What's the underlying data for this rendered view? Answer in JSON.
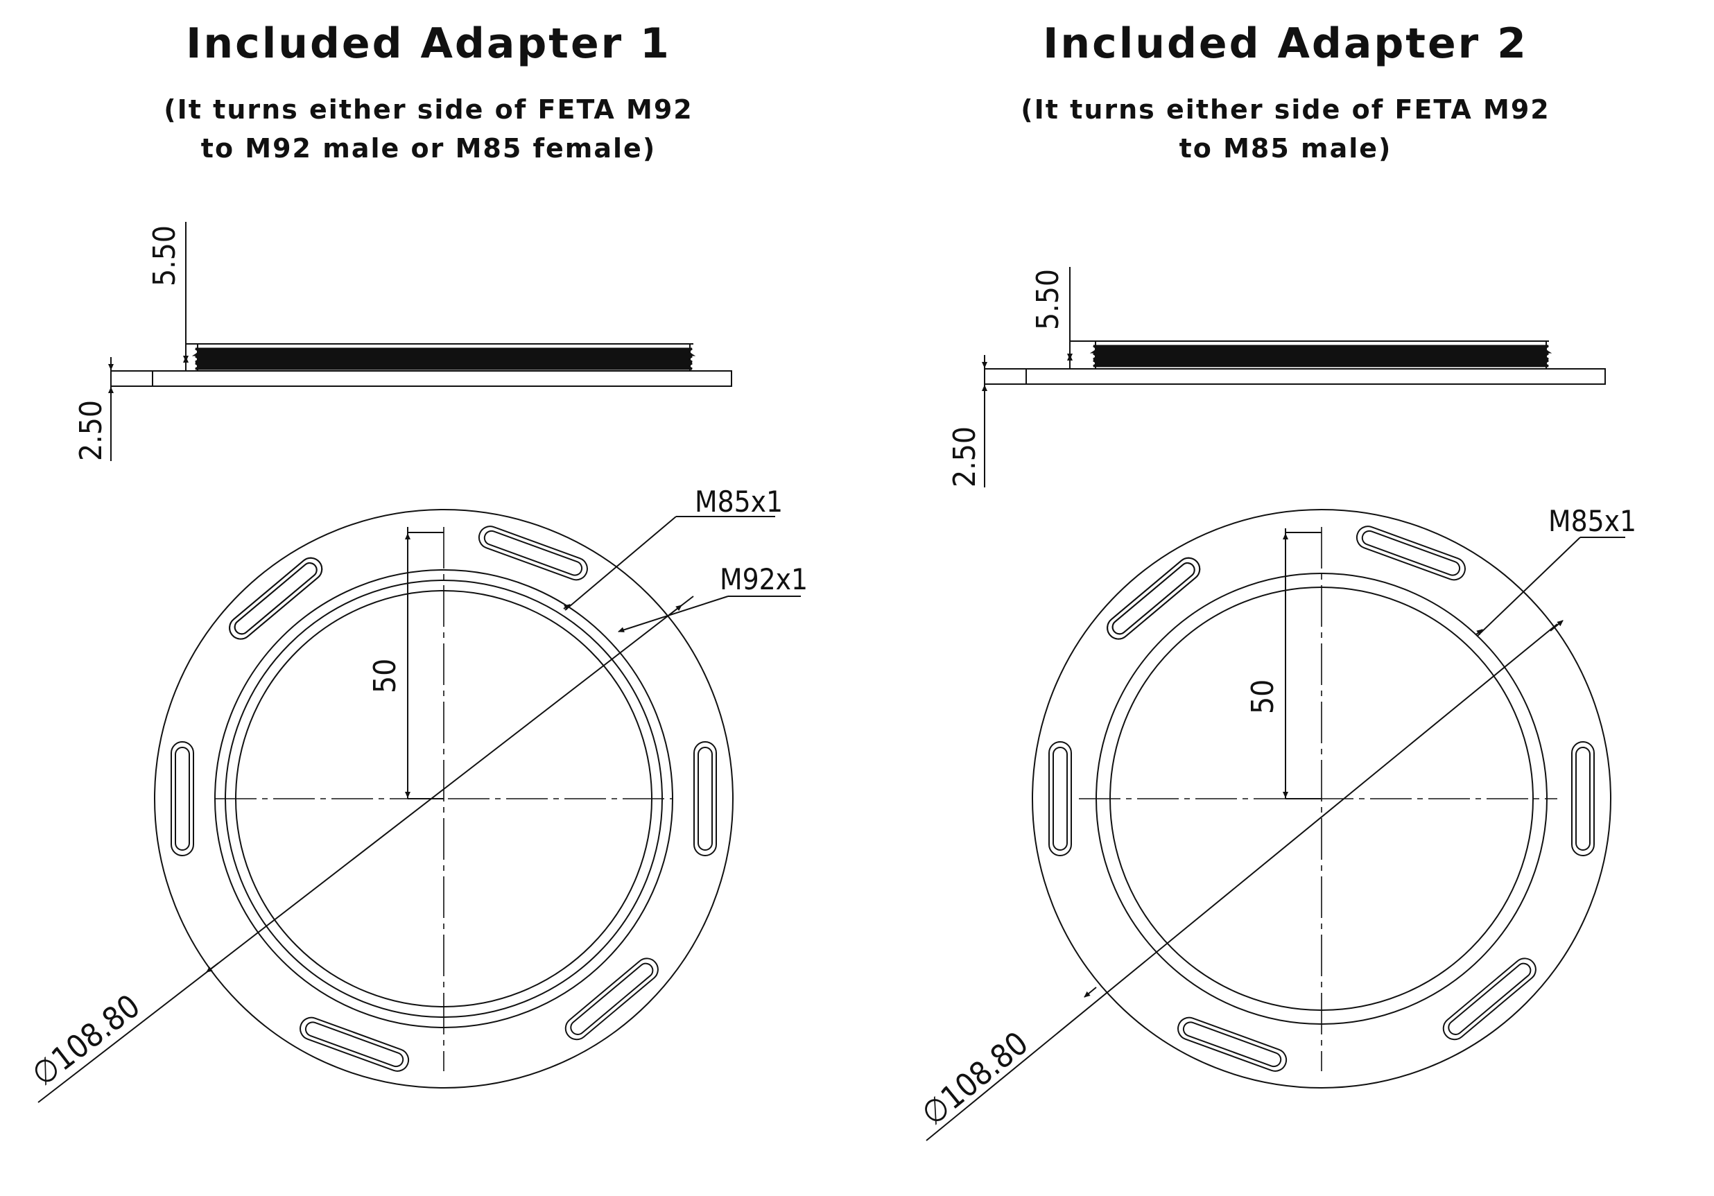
{
  "adapters": [
    {
      "title": "Included Adapter 1",
      "subtitle_line1": "(It turns either side of FETA M92",
      "subtitle_line2": "to M92 male or M85 female)",
      "dim_thread_height": "5.50",
      "dim_flange_thickness": "2.50",
      "dim_radius": "50",
      "dim_diameter": "∅108.80",
      "thread_labels": [
        "M85x1",
        "M92x1"
      ]
    },
    {
      "title": "Included Adapter 2",
      "subtitle_line1": "(It turns either side of FETA M92",
      "subtitle_line2": "to M85 male)",
      "dim_thread_height": "5.50",
      "dim_flange_thickness": "2.50",
      "dim_radius": "50",
      "dim_diameter": "∅108.80",
      "thread_labels": [
        "M85x1"
      ]
    }
  ],
  "colors": {
    "line": "#111111",
    "background": "#ffffff"
  }
}
